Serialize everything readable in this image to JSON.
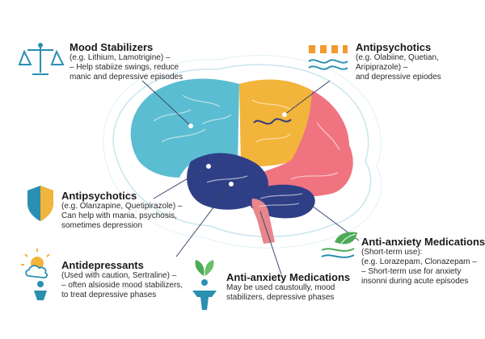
{
  "labels": {
    "mood": {
      "title": "Mood Stabilizers",
      "lines": [
        "(e.g. Lithium, Lamotrigine) –",
        "– Help stabiize swings, reduce",
        "manic and depressive episodes"
      ]
    },
    "antipsy_top": {
      "title": "Antipsychotics",
      "lines": [
        "(e.g. Olabiine, Quetian,",
        "Aripiprazole) –",
        "and depressive epiodes"
      ]
    },
    "antipsy_left": {
      "title": "Antipsychotics",
      "lines": [
        "(e.g. Olanzapine, Quetipirazole) –",
        "Can help with mania, psychosis,",
        "sometimes depression"
      ]
    },
    "antidep": {
      "title": "Antidepressants",
      "lines": [
        "(Used with caution, Sertraline) –",
        "– often alsioside mood stabilizers,",
        "to treat depressive phases"
      ]
    },
    "anxiety_mid": {
      "title": "Anti-anxiety Medications",
      "lines": [
        "May be used caustoully, mood",
        "stabilizers, depressive phases"
      ]
    },
    "anxiety_right": {
      "title": "Anti-anxiety Medications",
      "lines": [
        "(Short-term use):",
        "(e.g. Lorazepam, Clonazepam –",
        "– Short-term use for anxiety",
        "insonni during acute episodes"
      ]
    }
  },
  "colors": {
    "frontal": "#5bbdd1",
    "parietal": "#f2b43a",
    "occipital": "#ef7480",
    "temporal": "#2f3f86",
    "cerebellum": "#2f3f86",
    "stem": "#e8868c",
    "navy": "#2e3c7a"
  },
  "icons": {
    "mood": "balance-scale-icon",
    "antipsy_top": "barrier-waves-icon",
    "antipsy_left": "shield-icon",
    "antidep": "sun-cloud-person-icon",
    "anxiety_mid": "sprout-person-icon",
    "anxiety_right": "leaf-waves-icon"
  }
}
